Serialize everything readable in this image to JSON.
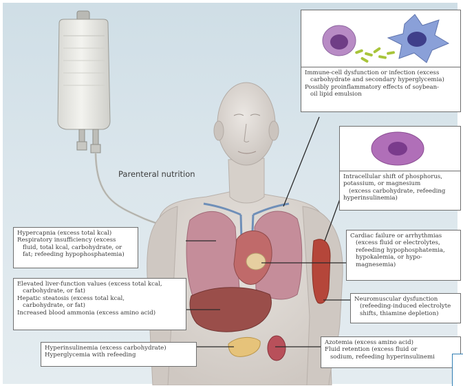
{
  "iv_label": "Parenteral nutrition",
  "callouts": {
    "immune": {
      "lines": [
        "Immune-cell dysfunction or infection (excess",
        "carbohydrate and secondary hyperglycemia)",
        "Possibly proinflammatory effects of soybean-",
        "oil lipid emulsion"
      ]
    },
    "intracellular": {
      "lines": [
        "Intracellular shift of phosphorus,",
        "potassium, or magnesium",
        "(excess carbohydrate, refeeding",
        "hyperinsulinemia)"
      ]
    },
    "respiratory": {
      "lines": [
        "Hypercapnia (excess total kcal)",
        "Respiratory insufficiency (excess",
        "fluid, total kcal, carbohydrate, or",
        "fat; refeeding hypophosphatemia)"
      ]
    },
    "cardiac": {
      "lines": [
        "Cardiac failure or arrhythmias",
        "(excess fluid or electrolytes,",
        "refeeding hypophosphatemia,",
        "hypokalemia, or hypo-",
        "magnesemia)"
      ]
    },
    "liver": {
      "lines": [
        "Elevated liver-function values (excess total kcal,",
        "carbohydrate, or fat)",
        "Hepatic steatosis (excess total kcal,",
        "carbohydrate, or fat)",
        "Increased blood ammonia (excess amino acid)"
      ]
    },
    "neuromuscular": {
      "lines": [
        "Neuromuscular dysfunction",
        "(refeeding-induced electrolyte",
        "shifts, thiamine depletion)"
      ]
    },
    "pancreas": {
      "lines": [
        "Hyperinsulinemia (excess carbohydrate)",
        "Hyperglycemia with refeeding"
      ]
    },
    "kidney": {
      "lines": [
        "Azotemia (excess amino acid)",
        "Fluid retention (excess fluid or",
        "sodium, refeeding hyperinsulinemi"
      ]
    }
  },
  "colors": {
    "skin": "#d9d4cf",
    "lung": "#c58d9a",
    "heart": "#c06a6a",
    "liver": "#9a4e4a",
    "pancreas": "#e6c37a",
    "kidney": "#b8505a",
    "muscle": "#b5463a",
    "vessel": "#6f8fb8",
    "bacteria": "#a8c43a"
  }
}
